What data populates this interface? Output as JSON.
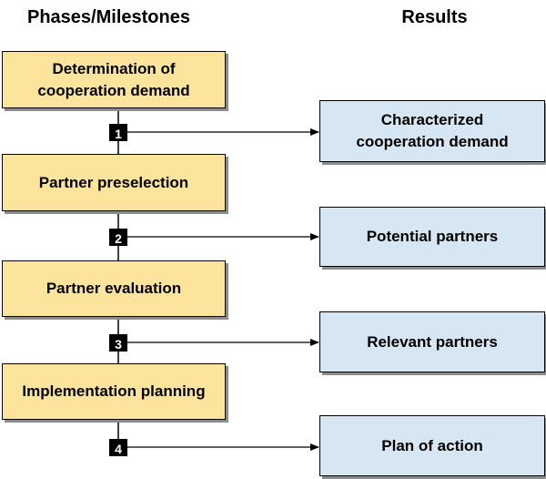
{
  "headers": {
    "phases": "Phases/Milestones",
    "results": "Results"
  },
  "phases": [
    "Determination of cooperation demand",
    "Partner preselection",
    "Partner evaluation",
    "Implementation planning"
  ],
  "milestones": [
    "1",
    "2",
    "3",
    "4"
  ],
  "results": [
    "Characterized cooperation demand",
    "Potential partners",
    "Relevant partners",
    "Plan of action"
  ],
  "colors": {
    "phase_fill": "#fde49c",
    "result_fill": "#d6e6f3",
    "milestone_fill": "#000000"
  }
}
